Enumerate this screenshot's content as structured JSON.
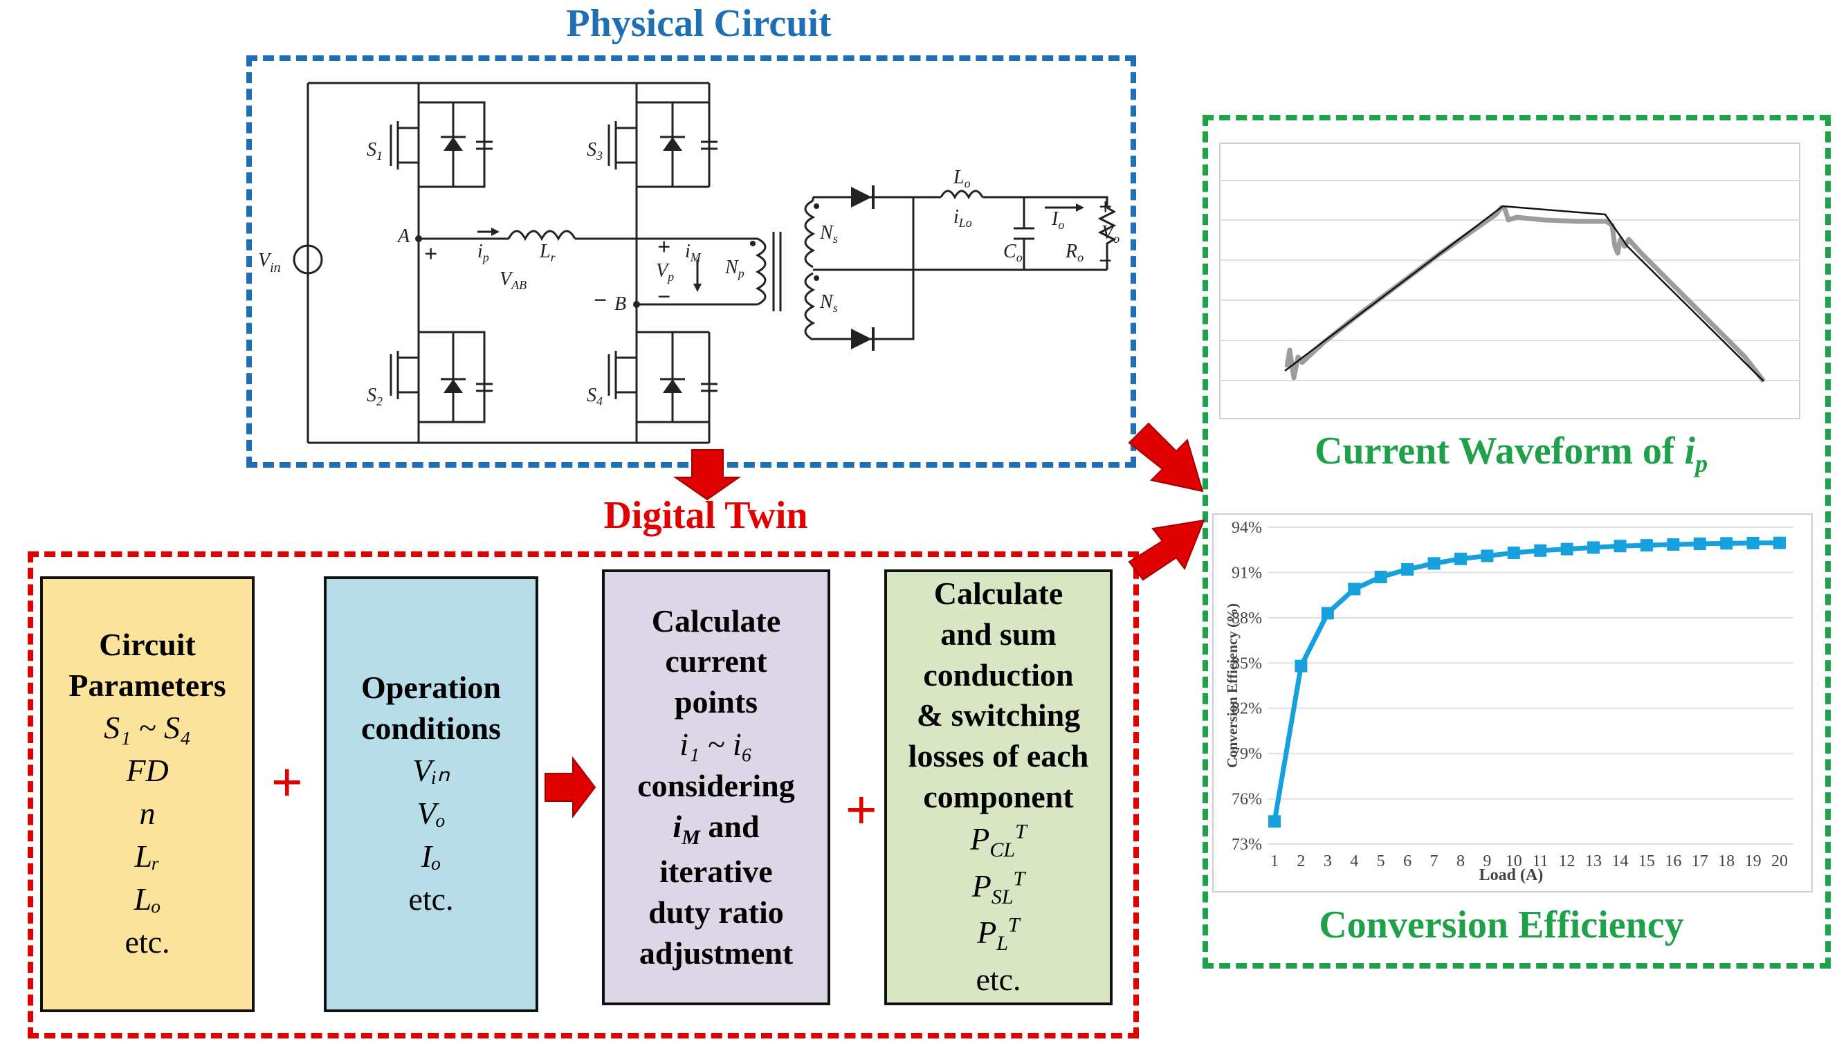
{
  "titles": {
    "physical": "Physical Circuit",
    "digital_twin": "Digital Twin",
    "waveform": "Current Waveform of ",
    "waveform_var": "i",
    "waveform_sub": "p",
    "efficiency": "Conversion Efficiency"
  },
  "circuit_labels": {
    "vin": "V",
    "vin_sub": "in",
    "s1": "S",
    "s1_sub": "1",
    "s2": "S",
    "s2_sub": "2",
    "s3": "S",
    "s3_sub": "3",
    "s4": "S",
    "s4_sub": "4",
    "node_a": "A",
    "node_b": "B",
    "ip": "i",
    "ip_sub": "p",
    "lr": "L",
    "lr_sub": "r",
    "vab": "V",
    "vab_sub": "AB",
    "vp": "V",
    "vp_sub": "p",
    "im": "i",
    "im_sub": "M",
    "np": "N",
    "np_sub": "p",
    "ns": "N",
    "ns_sub": "s",
    "lo": "L",
    "lo_sub": "o",
    "ilo": "i",
    "ilo_sub": "Lo",
    "co": "C",
    "co_sub": "o",
    "io": "I",
    "io_sub": "o",
    "ro": "R",
    "ro_sub": "o",
    "vo": "V",
    "vo_sub": "o",
    "plus": "+",
    "minus": "−"
  },
  "boxes": {
    "circuit": {
      "heading1": "Circuit",
      "heading2": "Parameters",
      "line1": "S₁ ~ S₄",
      "line2": "FD",
      "line3": "n",
      "line4": "Lᵣ",
      "line5": "Lₒ",
      "line6": "etc.",
      "color": "#fce39b"
    },
    "operation": {
      "heading1": "Operation",
      "heading2": "conditions",
      "line1": "Vᵢₙ",
      "line2": "Vₒ",
      "line3": "Iₒ",
      "line4": "etc.",
      "color": "#b7dde8"
    },
    "calc_current": {
      "h1": "Calculate",
      "h2": "current",
      "h3": "points",
      "range": "i₁ ~ i₆",
      "h4": "considering",
      "im": "i",
      "im_sub": "M",
      "h5": " and",
      "h6": "iterative",
      "h7": "duty ratio",
      "h8": "adjustment",
      "color": "#dcd6e6"
    },
    "calc_loss": {
      "h1": "Calculate",
      "h2": "and sum",
      "h3": "conduction",
      "h4": "& switching",
      "h5": "losses of each",
      "h6": "component",
      "p1": "P",
      "p1_sub": "CL",
      "p1_sup": "T",
      "p2": "P",
      "p2_sub": "SL",
      "p2_sup": "T",
      "p3": "P",
      "p3_sub": "L",
      "p3_sup": "T",
      "etc": "etc.",
      "color": "#d9e6c3"
    },
    "plus_sign": "+"
  },
  "colors": {
    "blue": "#1f6fb4",
    "red": "#e00000",
    "green": "#1fa14a",
    "series": "#16a0dd"
  },
  "chart_data": {
    "type": "line",
    "xlabel": "Load (A)",
    "ylabel": "Conversion Efficiency (%)",
    "x": [
      1,
      2,
      3,
      4,
      5,
      6,
      7,
      8,
      9,
      10,
      11,
      12,
      13,
      14,
      15,
      16,
      17,
      18,
      19,
      20
    ],
    "values": [
      74.5,
      84.8,
      88.3,
      89.9,
      90.7,
      91.2,
      91.6,
      91.9,
      92.1,
      92.3,
      92.45,
      92.55,
      92.65,
      92.75,
      92.8,
      92.85,
      92.9,
      92.93,
      92.95,
      92.96
    ],
    "yticks": [
      "73%",
      "76%",
      "79%",
      "82%",
      "85%",
      "88%",
      "91%",
      "94%"
    ],
    "ylim": [
      73,
      94
    ],
    "xticks": [
      "1",
      "2",
      "3",
      "4",
      "5",
      "6",
      "7",
      "8",
      "9",
      "10",
      "11",
      "12",
      "13",
      "14",
      "15",
      "16",
      "17",
      "18",
      "19",
      "20"
    ],
    "grid": "horizontal",
    "marker": "square"
  }
}
